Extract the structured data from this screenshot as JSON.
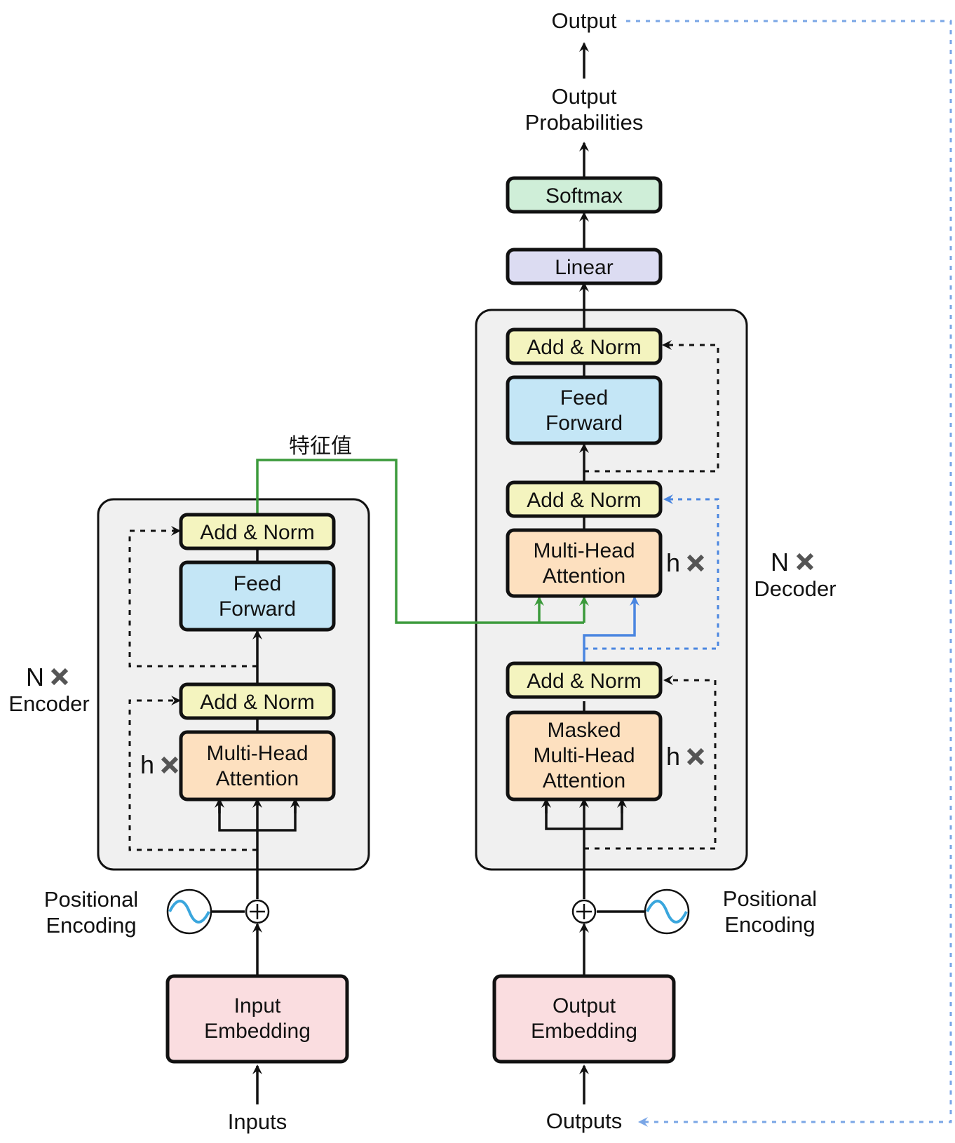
{
  "encoder": {
    "repeat_label": "N",
    "stack_label": "Encoder",
    "add_norm_top": "Add & Norm",
    "feed_forward": [
      "Feed",
      "Forward"
    ],
    "add_norm_bottom": "Add & Norm",
    "attention": [
      "Multi-Head",
      "Attention"
    ],
    "heads_label": "h",
    "positional_encoding": [
      "Positional",
      "Encoding"
    ],
    "embedding": [
      "Input",
      "Embedding"
    ],
    "input_label": "Inputs"
  },
  "decoder": {
    "repeat_label": "N",
    "stack_label": "Decoder",
    "add_norm_top": "Add & Norm",
    "feed_forward": [
      "Feed",
      "Forward"
    ],
    "add_norm_middle": "Add & Norm",
    "attention": [
      "Multi-Head",
      "Attention"
    ],
    "heads_label_top": "h",
    "add_norm_bottom": "Add & Norm",
    "masked_attention": [
      "Masked",
      "Multi-Head",
      "Attention"
    ],
    "heads_label_bottom": "h",
    "positional_encoding": [
      "Positional",
      "Encoding"
    ],
    "embedding": [
      "Output",
      "Embedding"
    ],
    "input_label": "Outputs"
  },
  "head": {
    "linear": "Linear",
    "softmax": "Softmax",
    "probabilities": [
      "Output",
      "Probabilities"
    ],
    "output": "Output"
  },
  "connection": {
    "feature_label": "特征值"
  },
  "colors": {
    "add_norm": "#f4f4bf",
    "feed_forward": "#c4e6f6",
    "attention": "#fde0bf",
    "embedding": "#fadde0",
    "linear": "#dcdcf2",
    "softmax": "#cfeed8",
    "stack_bg": "#f0f0f0",
    "green_line": "#3b9a3b",
    "blue_line": "#4a86e0",
    "wave": "#3aa6dd"
  }
}
